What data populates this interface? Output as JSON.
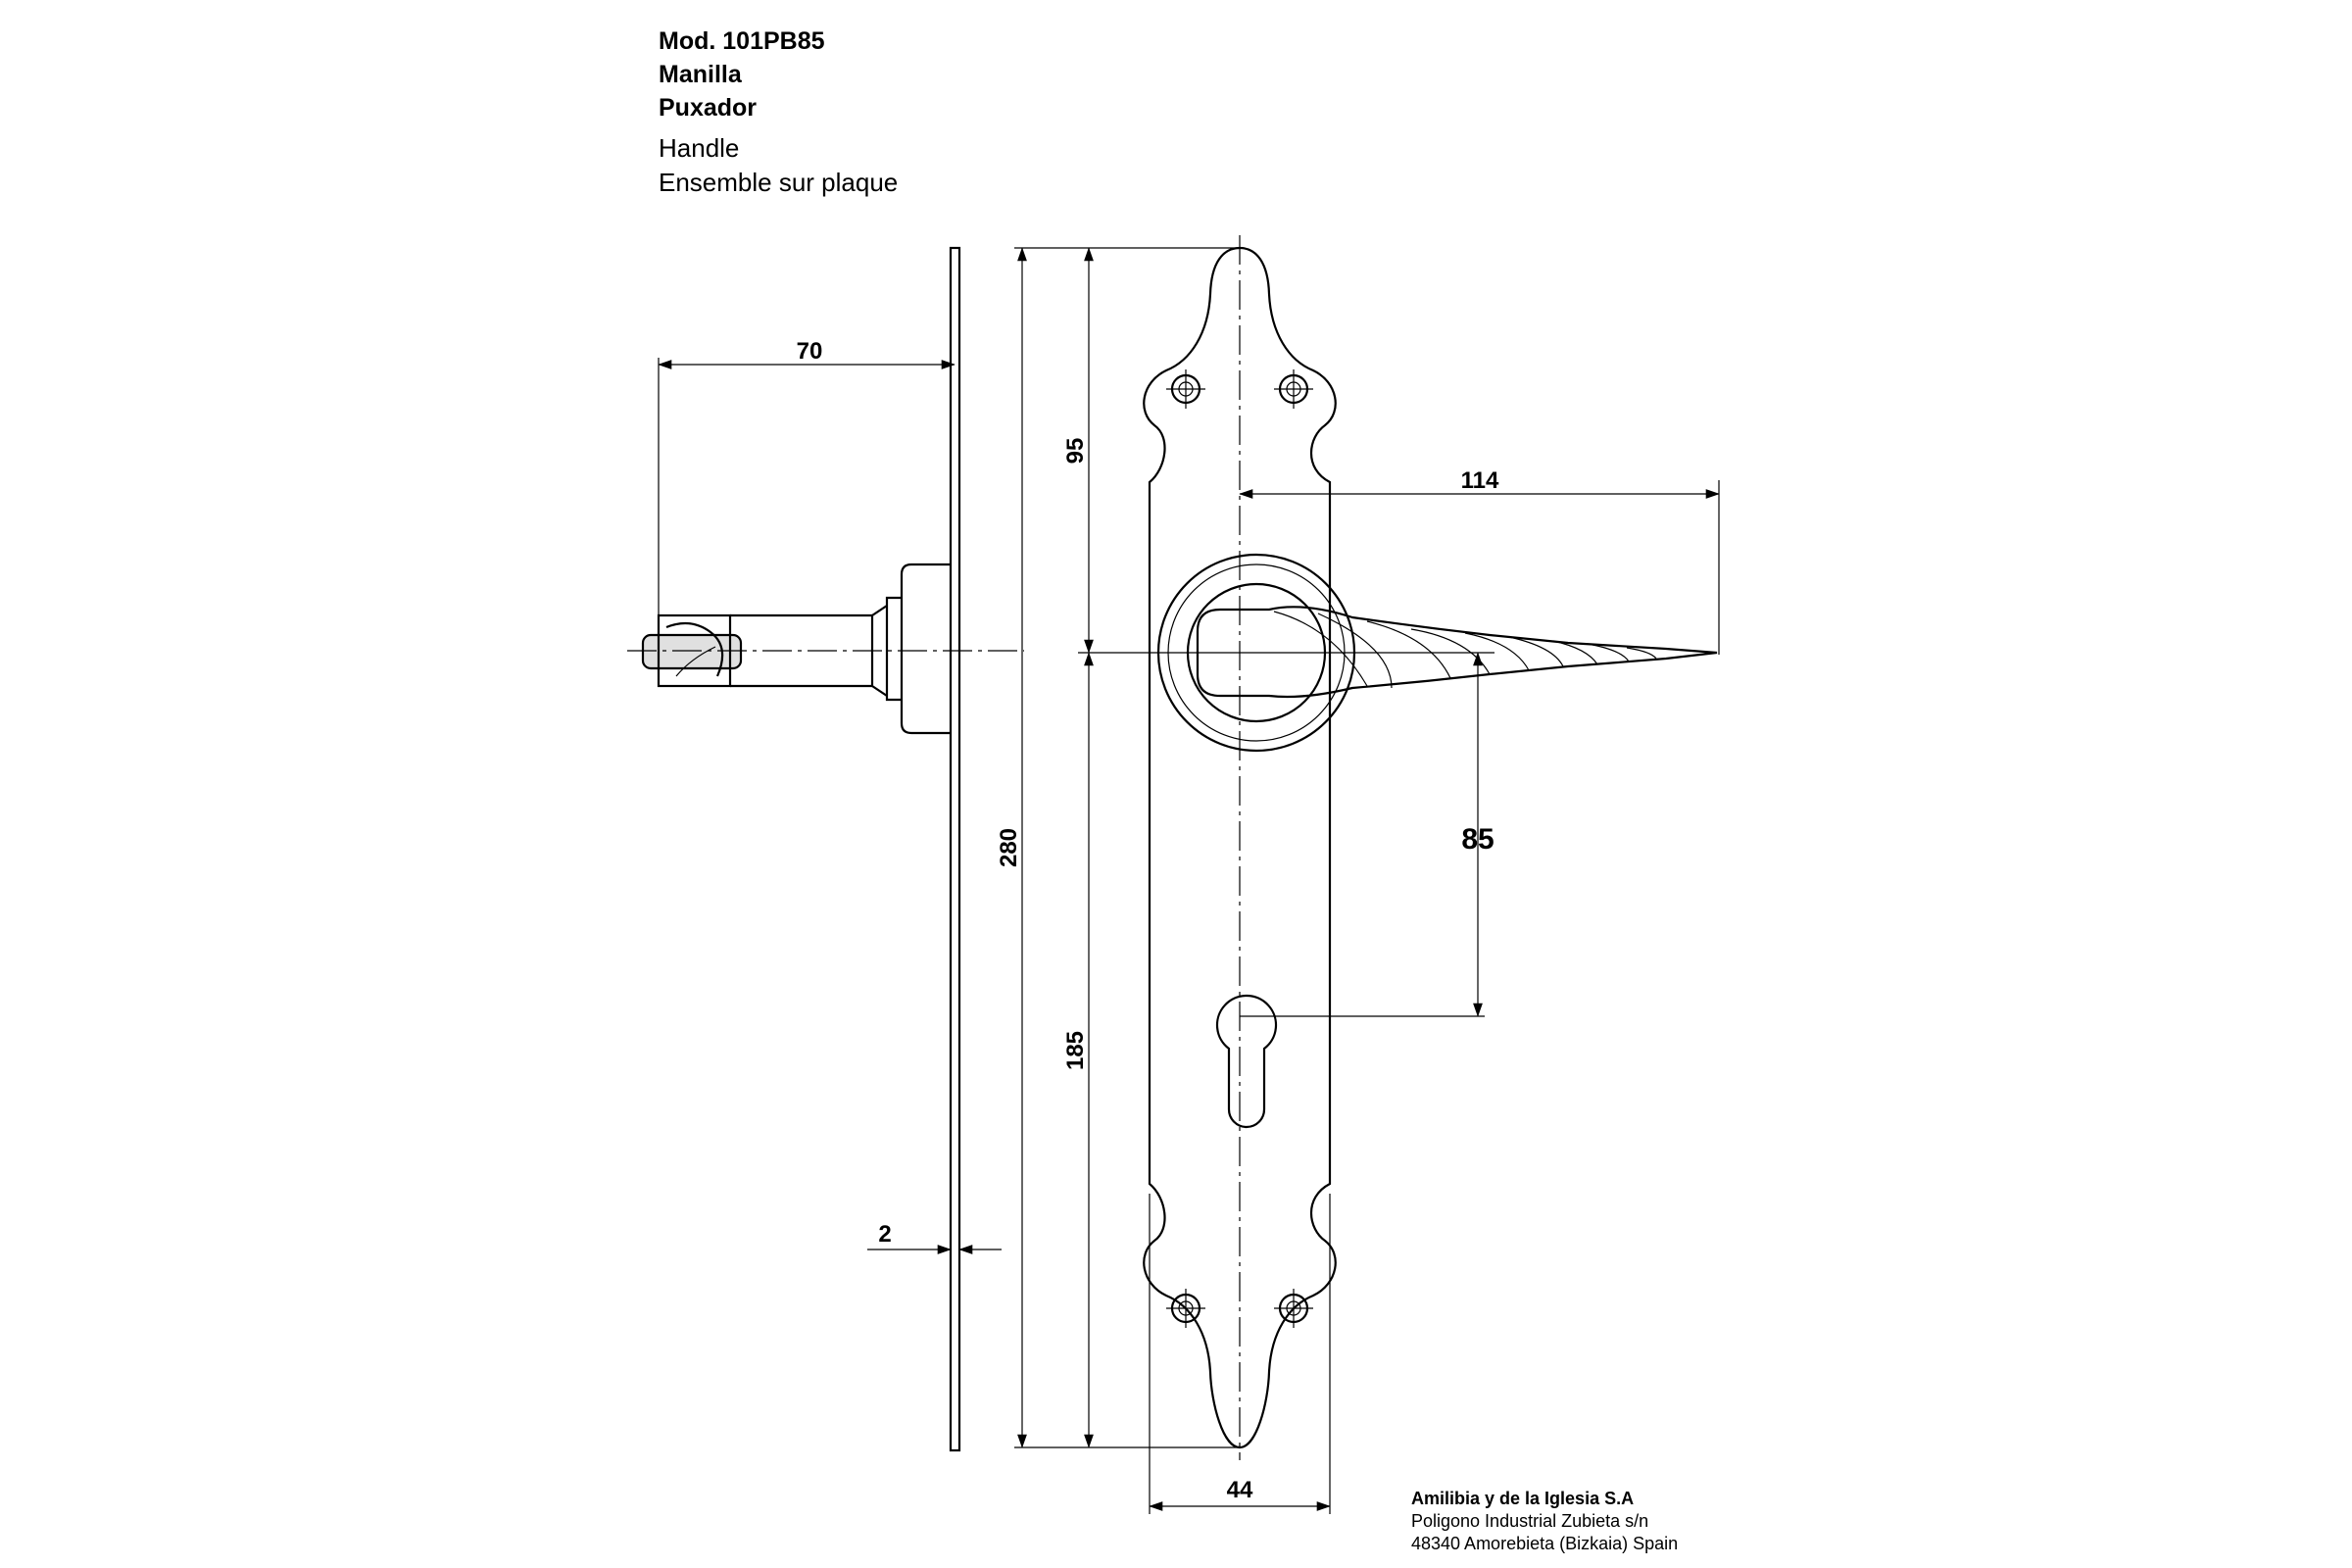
{
  "header": {
    "model": "Mod. 101PB85",
    "name_es": "Manilla",
    "name_pt": "Puxador",
    "name_en": "Handle",
    "name_fr": "Ensemble sur plaque"
  },
  "dimensions": {
    "depth": "70",
    "plate_thickness": "2",
    "total_height": "280",
    "top_to_handle": "95",
    "handle_to_bottom": "185",
    "handle_length": "114",
    "handle_to_key": "85",
    "plate_width": "44"
  },
  "company": {
    "name": "Amilibia y de la Iglesia S.A",
    "address_line1": "Poligono Industrial Zubieta s/n",
    "address_line2": "48340 Amorebieta (Bizkaia) Spain"
  }
}
